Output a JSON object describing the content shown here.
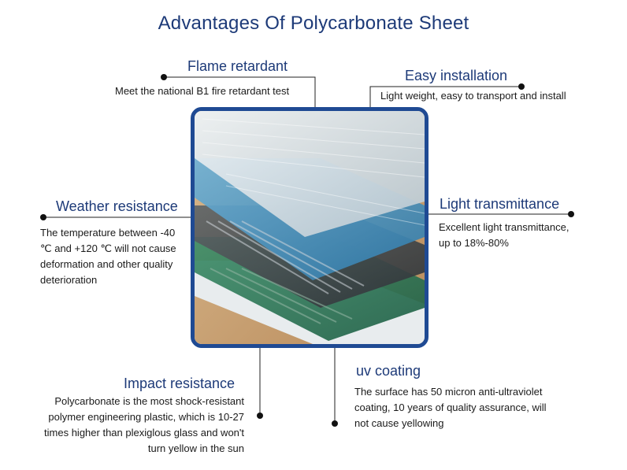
{
  "title": "Advantages Of Polycarbonate Sheet",
  "features": {
    "flame": {
      "heading": "Flame retardant",
      "desc": "Meet the national B1 fire retardant test"
    },
    "easy": {
      "heading": "Easy installation",
      "desc": "Light weight, easy to transport and install"
    },
    "weather": {
      "heading": "Weather resistance",
      "desc_lines": [
        "The temperature between -40",
        "℃ and +120 ℃ will not cause",
        "deformation and other quality",
        "deterioration"
      ]
    },
    "light": {
      "heading": "Light transmittance",
      "desc_lines": [
        "Excellent light transmittance,",
        "up to 18%-80%"
      ]
    },
    "impact": {
      "heading": "Impact resistance",
      "desc_lines": [
        "Polycarbonate is the most shock-resistant",
        "polymer engineering plastic, which is 10-27",
        "times higher than plexiglous glass and won't",
        "turn yellow in the sun"
      ]
    },
    "uv": {
      "heading": "uv coating",
      "desc_lines": [
        "The surface has 50 micron anti-ultraviolet",
        "coating, 10 years of quality assurance, will",
        "not cause yellowing"
      ]
    }
  },
  "colors": {
    "heading": "#1d3a78",
    "frame": "#1f4a93",
    "connector": "#222222"
  }
}
